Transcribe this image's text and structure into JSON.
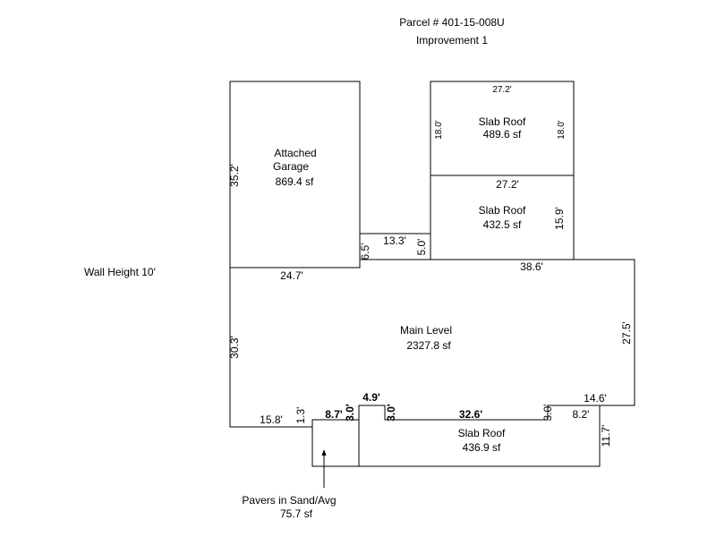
{
  "header": {
    "parcel": "Parcel # 401-15-008U",
    "improvement": "Improvement 1"
  },
  "wall_height": "Wall Height 10'",
  "areas": {
    "garage": {
      "line1": "Attached",
      "line2": "Garage",
      "area": "869.4 sf"
    },
    "slab_top": {
      "name": "Slab Roof",
      "area": "489.6 sf"
    },
    "slab_mid": {
      "name": "Slab Roof",
      "area": "432.5 sf"
    },
    "main": {
      "name": "Main Level",
      "area": "2327.8 sf"
    },
    "slab_bottom": {
      "name": "Slab Roof",
      "area": "436.9 sf"
    },
    "pavers": {
      "name": "Pavers in Sand/Avg",
      "area": "75.7 sf"
    }
  },
  "dims": {
    "garage_left": "35.2'",
    "garage_bottom": "24.7'",
    "garage_step": "6.5'",
    "connector_top": "13.3'",
    "connector_right": "5.0'",
    "slab_top_width": "27.2'",
    "slab_top_left": "18.0'",
    "slab_top_right": "18.0'",
    "slab_mid_width": "27.2'",
    "slab_mid_right": "15.9'",
    "main_top": "38.6'",
    "main_right": "27.5'",
    "main_left": "30.3'",
    "main_bottom_left": "15.8'",
    "small_step": "1.3'",
    "notch_a": "8.7'",
    "notch_a_h": "3.0'",
    "notch_top": "4.9'",
    "notch_b_h": "3.0'",
    "middle_bottom": "32.6'",
    "notch_c_h": "3.0'",
    "notch_c_w": "8.2'",
    "right_step": "14.6'",
    "slab_bottom_right": "11.7'"
  }
}
